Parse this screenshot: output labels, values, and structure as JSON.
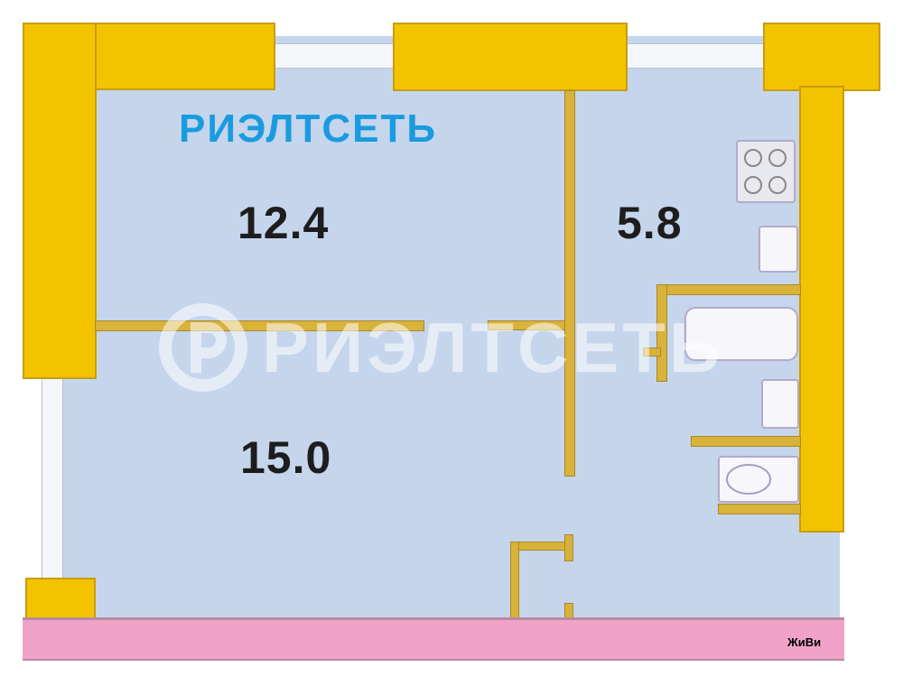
{
  "plan": {
    "brand_label": "РИЭЛТСЕТЬ",
    "watermark_text": "РИЭЛТСЕТЬ",
    "rooms": [
      {
        "name": "room-upper-left",
        "area": "12.4"
      },
      {
        "name": "kitchen",
        "area": "5.8"
      },
      {
        "name": "room-lower-left",
        "area": "15.0"
      }
    ],
    "footer_credit": "ЖиВи"
  },
  "colors": {
    "floor": "#c5d5ec",
    "wall": "#f4c300",
    "brand": "#1a9be0",
    "balcony": "#f0a2c8"
  }
}
